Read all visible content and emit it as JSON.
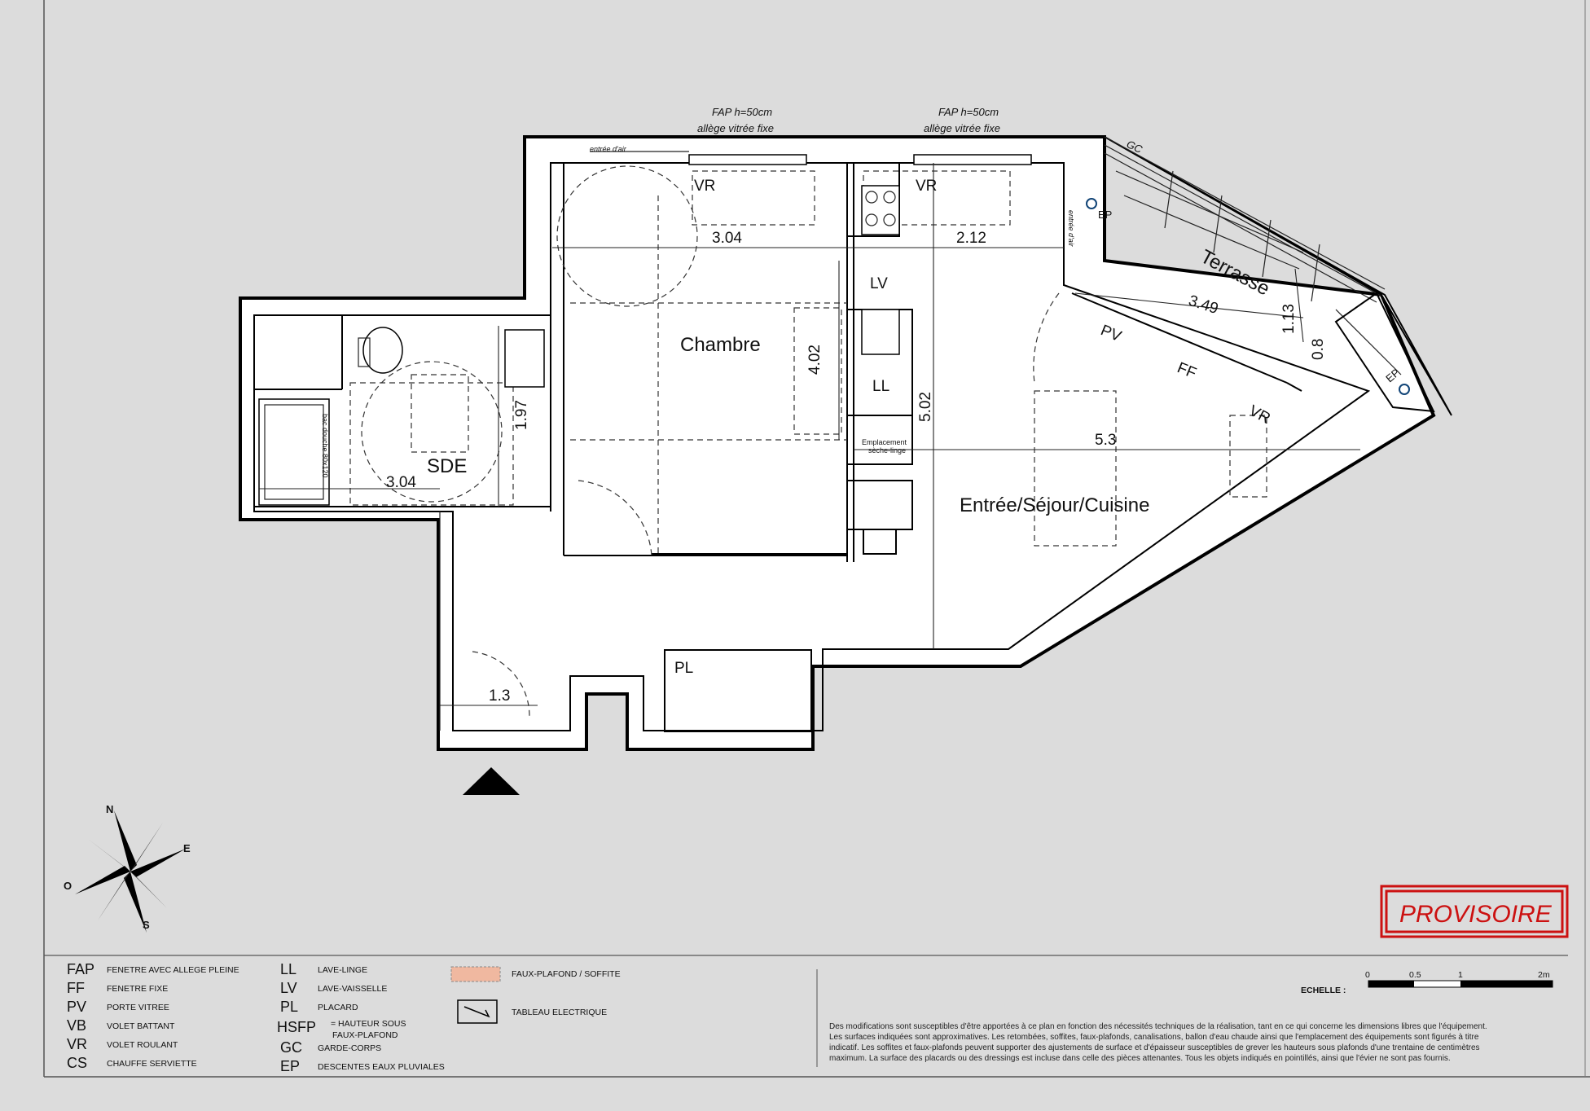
{
  "rooms": {
    "chambre": "Chambre",
    "sde": "SDE",
    "sejour": "Entrée/Séjour/Cuisine",
    "terrasse": "Terrasse"
  },
  "annotations": {
    "fap1_line1": "FAP h=50cm",
    "fap1_line2": "allège vitrée fixe",
    "fap2_line1": "FAP h=50cm",
    "fap2_line2": "allège vitrée fixe",
    "entree_air_top": "entrée d'air",
    "entree_air_side": "entrée d'air",
    "vr1": "VR",
    "vr2": "VR",
    "vr3": "VR",
    "pv": "PV",
    "ff": "FF",
    "lv": "LV",
    "ll": "LL",
    "pl": "PL",
    "gc": "GC",
    "ep1": "EP",
    "ep2": "EP",
    "emplacement1": "Emplacement",
    "emplacement2": "sèche-linge",
    "bac": "bac douche 80x120"
  },
  "dimensions": {
    "chambre_width": "3.04",
    "cuisine_width": "2.12",
    "chambre_depth": "4.02",
    "sejour_depth": "5.02",
    "sde_width": "3.04",
    "sde_depth": "1.97",
    "sejour_width": "5.3",
    "entree_width": "1.3",
    "terrasse_length": "3.49",
    "terrasse_depth": "1.13",
    "terrasse_small": "0.8"
  },
  "compass": {
    "n": "N",
    "e": "E",
    "s": "S",
    "o": "O"
  },
  "stamp": {
    "text": "PROVISOIRE",
    "color": "#cc1111"
  },
  "legend": [
    {
      "code": "FAP",
      "desc": "FENETRE AVEC ALLEGE PLEINE"
    },
    {
      "code": "FF",
      "desc": "FENETRE FIXE"
    },
    {
      "code": "PV",
      "desc": "PORTE VITREE"
    },
    {
      "code": "VB",
      "desc": "VOLET BATTANT"
    },
    {
      "code": "VR",
      "desc": "VOLET ROULANT"
    },
    {
      "code": "CS",
      "desc": "CHAUFFE SERVIETTE"
    }
  ],
  "legend2": [
    {
      "code": "LL",
      "desc": "LAVE-LINGE"
    },
    {
      "code": "LV",
      "desc": "LAVE-VAISSELLE"
    },
    {
      "code": "PL",
      "desc": "PLACARD"
    },
    {
      "code": "HSFP",
      "desc": "= HAUTEUR SOUS",
      "desc2": "FAUX-PLAFOND"
    },
    {
      "code": "GC",
      "desc": "GARDE-CORPS"
    },
    {
      "code": "EP",
      "desc": "DESCENTES EAUX PLUVIALES"
    }
  ],
  "legend3": {
    "faux_plafond": "FAUX-PLAFOND / SOFFITE",
    "faux_plafond_color": "#f0b8a0",
    "tableau": "TABLEAU ELECTRIQUE"
  },
  "scale": {
    "label": "ECHELLE :",
    "ticks": [
      "0",
      "0.5",
      "1",
      "2m"
    ]
  },
  "notes": [
    "Des modifications sont susceptibles d'être apportées à ce plan en fonction des nécessités techniques de la réalisation, tant en ce qui concerne les dimensions libres que l'équipement.",
    "Les surfaces indiquées sont approximatives. Les retombées, soffites, faux-plafonds, canalisations, ballon d'eau chaude ainsi que l'emplacement des équipements sont figurés à titre",
    "indicatif. Les soffites et faux-plafonds peuvent supporter des ajustements de surface et d'épaisseur susceptibles de grever les hauteurs sous plafonds d'une trentaine de centimètres",
    "maximum. La surface des placards ou des dressings est incluse dans celle des pièces attenantes. Tous les objets indiqués en pointillés, ainsi que l'évier ne sont pas fournis."
  ]
}
